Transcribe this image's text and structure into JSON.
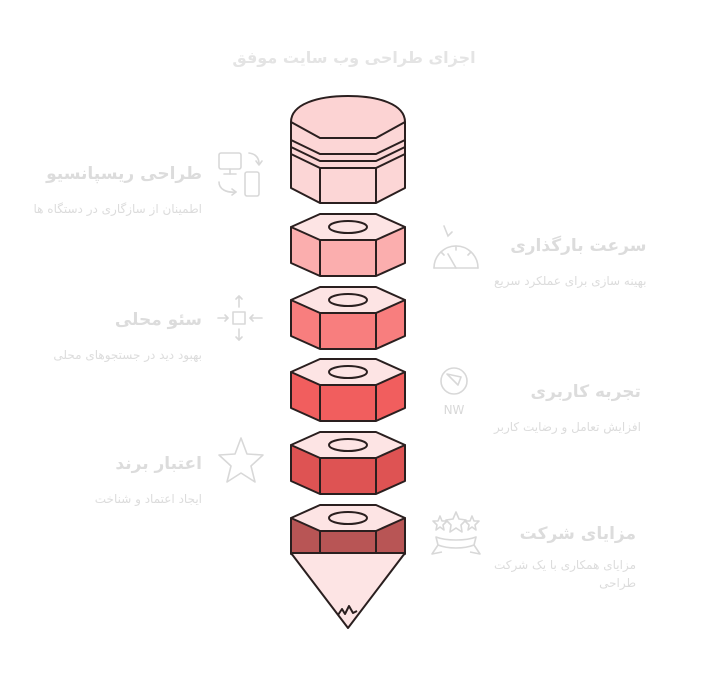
{
  "title": "اجزای طراحی وب سایت موفق",
  "colors": {
    "outline": "#2a1f1f",
    "cap_top": "#fcd3d3",
    "cap_side": "#fcd6d6",
    "nut_top": "#fde4e4",
    "nut_fills": [
      "#fbaeae",
      "#f87e7e",
      "#f15e5e",
      "#de5353",
      "#b85555"
    ],
    "tip": "#fde4e4",
    "label": "#dcdcdc"
  },
  "items": [
    {
      "side": "left",
      "heading": "طراحی ریسپانسیو",
      "desc": "اطمینان از سازگاری در دستگاه ها",
      "icon": "responsive-devices-icon"
    },
    {
      "side": "right",
      "heading": "سرعت بارگذاری",
      "desc": "بهینه سازی برای عملکرد سریع",
      "icon": "speedometer-icon"
    },
    {
      "side": "left",
      "heading": "سئو محلی",
      "desc": "بهبود دید در جستجوهای محلی",
      "icon": "move-arrows-icon"
    },
    {
      "side": "right",
      "heading": "تجربه کاربری",
      "desc": "افزایش تعامل و رضایت کاربر",
      "icon": "compass-icon",
      "icon_text": "NW"
    },
    {
      "side": "left",
      "heading": "اعتبار برند",
      "desc": "ایجاد اعتماد و شناخت",
      "icon": "star-icon"
    },
    {
      "side": "right",
      "heading": "مزایای شرکت",
      "desc_lines": [
        "مزایای همکاری با یک شرکت",
        "طراحی"
      ],
      "icon": "stars-ribbon-icon"
    }
  ]
}
